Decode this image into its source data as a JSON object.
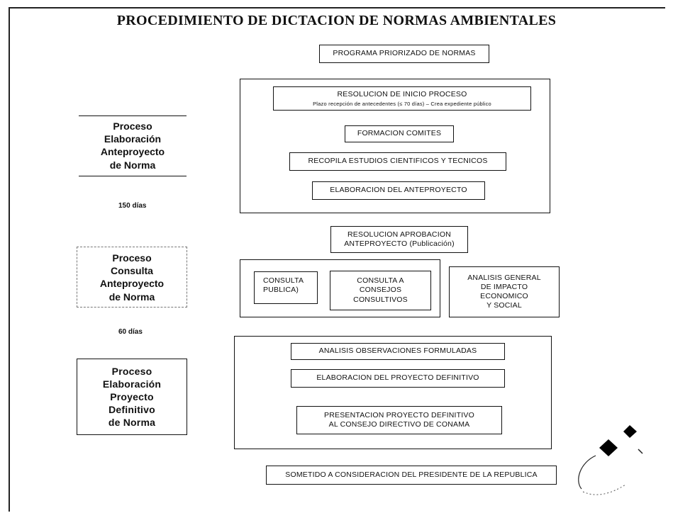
{
  "title": "PROCEDIMIENTO DE DICTACION DE NORMAS AMBIENTALES",
  "boxes": {
    "programa": "PROGRAMA PRIORIZADO DE NORMAS",
    "resolucion_inicio": "RESOLUCION DE INICIO PROCESO",
    "resolucion_inicio_sub": "Plazo recepción de antecedentes (≤ 70 días) – Crea expediente público",
    "formacion_comites": "FORMACION COMITES",
    "recopila": "RECOPILA ESTUDIOS CIENTIFICOS Y TECNICOS",
    "elaboracion_anteproyecto": "ELABORACION DEL ANTEPROYECTO",
    "resolucion_aprobacion_1": "RESOLUCION APROBACION",
    "resolucion_aprobacion_2": "ANTEPROYECTO (Publicación)",
    "consulta_publica_1": "CONSULTA",
    "consulta_publica_2": "PUBLICA)",
    "consulta_consejos_1": "CONSULTA A",
    "consulta_consejos_2": "CONSEJOS",
    "consulta_consejos_3": "CONSULTIVOS",
    "analisis_general_1": "ANALISIS GENERAL",
    "analisis_general_2": "DE IMPACTO",
    "analisis_general_3": "ECONOMICO",
    "analisis_general_4": "Y SOCIAL",
    "analisis_observaciones": "ANALISIS OBSERVACIONES FORMULADAS",
    "elaboracion_definitivo": "ELABORACION DEL PROYECTO DEFINITIVO",
    "presentacion_1": "PRESENTACION PROYECTO DEFINITIVO",
    "presentacion_2": "AL CONSEJO DIRECTIVO DE CONAMA",
    "sometido": "SOMETIDO A CONSIDERACION DEL PRESIDENTE DE LA REPUBLICA"
  },
  "phases": [
    {
      "lines": [
        "Proceso",
        "Elaboración",
        "Anteproyecto",
        "de Norma"
      ],
      "days": "150 días"
    },
    {
      "lines": [
        "Proceso",
        "Consulta",
        "Anteproyecto",
        "de Norma"
      ],
      "days": "60 días"
    },
    {
      "lines": [
        "Proceso",
        "Elaboración",
        "Proyecto",
        "Definitivo",
        "de Norma"
      ]
    }
  ]
}
